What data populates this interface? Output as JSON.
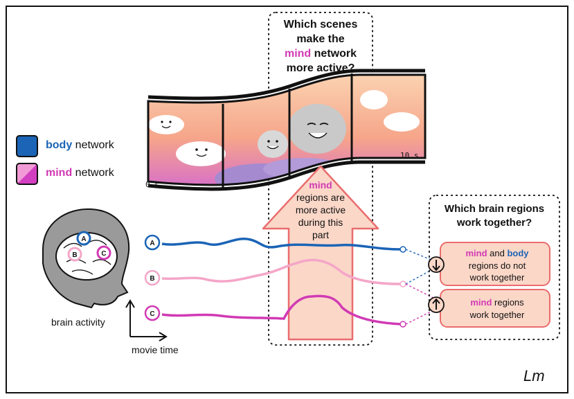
{
  "colors": {
    "body_blue": "#1b64b6",
    "mind_magenta": "#d13ab4",
    "light_pink": "#f4a6c8",
    "arrow_fill": "#fbd7c8",
    "arrow_stroke": "#ea6c6c",
    "brain_gray": "#9a9a9a"
  },
  "legend": {
    "body_word": "body",
    "body_rest": " network",
    "mind_word": "mind",
    "mind_rest": " network"
  },
  "question_top": {
    "line1": "Which scenes",
    "line2": "make the",
    "line3_highlight": "mind",
    "line3_rest": " network",
    "line4": "more active?"
  },
  "filmstrip": {
    "start_label": "0 s",
    "end_label": "10 s"
  },
  "arrow_note": {
    "highlight": "mind",
    "line2": "regions are",
    "line3": "more active",
    "line4": "during this",
    "line5": "part"
  },
  "brain": {
    "region_a": "A",
    "region_b": "B",
    "region_c": "C"
  },
  "traces": {
    "a": "A",
    "b": "B",
    "c": "C"
  },
  "axes": {
    "y_label": "brain activity",
    "x_label": "movie time"
  },
  "question_right": {
    "line1": "Which brain regions",
    "line2": "work together?"
  },
  "result_no": {
    "mind_word": "mind",
    "and_word": " and ",
    "body_word": "body",
    "line2": "regions do not",
    "line3": "work together"
  },
  "result_yes": {
    "mind_word": "mind",
    "rest": " regions",
    "line2": "work together"
  },
  "signature": "Lm"
}
